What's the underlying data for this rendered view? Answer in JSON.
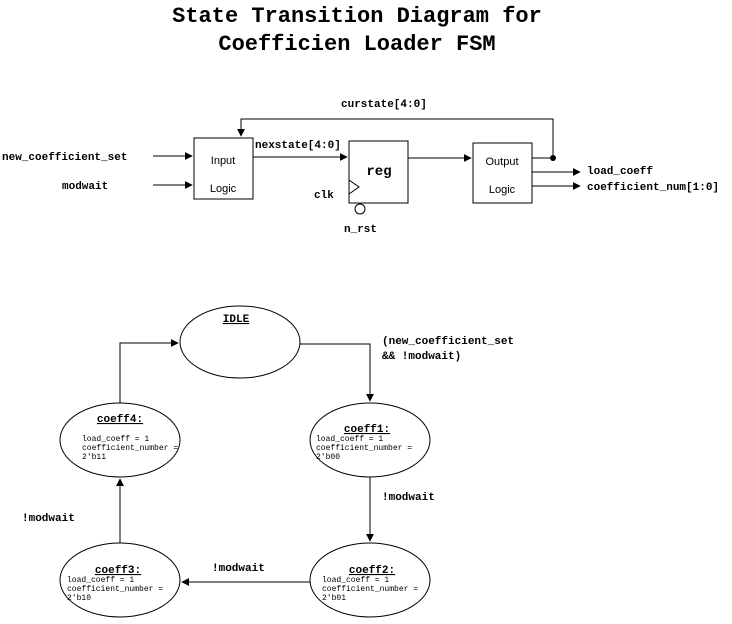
{
  "title": {
    "line1": "State Transition Diagram for",
    "line2": "Coefficien Loader FSM"
  },
  "block_diagram": {
    "inputs": [
      "new_coefficient_set",
      "modwait"
    ],
    "input_logic": {
      "line1": "Input",
      "line2": "Logic"
    },
    "next_state_label": "nexstate[4:0]",
    "register": {
      "label": "reg",
      "clock": "clk",
      "reset": "n_rst"
    },
    "feedback_label": "curstate[4:0]",
    "output_logic": {
      "line1": "Output",
      "line2": "Logic"
    },
    "outputs": [
      "load_coeff",
      "coefficient_num[1:0]"
    ]
  },
  "states": {
    "idle": {
      "name": "IDLE"
    },
    "coeff1": {
      "name": "coeff1:",
      "out1": "load_coeff = 1",
      "out2": "coefficient_number =",
      "out3": "2'b00"
    },
    "coeff2": {
      "name": "coeff2:",
      "out1": "load_coeff = 1",
      "out2": "coefficient_number =",
      "out3": "2'b01"
    },
    "coeff3": {
      "name": "coeff3:",
      "out1": "load_coeff = 1",
      "out2": "coefficient_number =",
      "out3": "2'b10"
    },
    "coeff4": {
      "name": "coeff4:",
      "out1": "load_coeff = 1",
      "out2": "coefficient_number =",
      "out3": "2'b11"
    }
  },
  "transitions": {
    "idle_to_coeff1": {
      "line1": "(new_coefficient_set",
      "line2": "&& !modwait)"
    },
    "coeff1_to_coeff2": "!modwait",
    "coeff2_to_coeff3": "!modwait",
    "coeff3_to_coeff4": "!modwait"
  }
}
